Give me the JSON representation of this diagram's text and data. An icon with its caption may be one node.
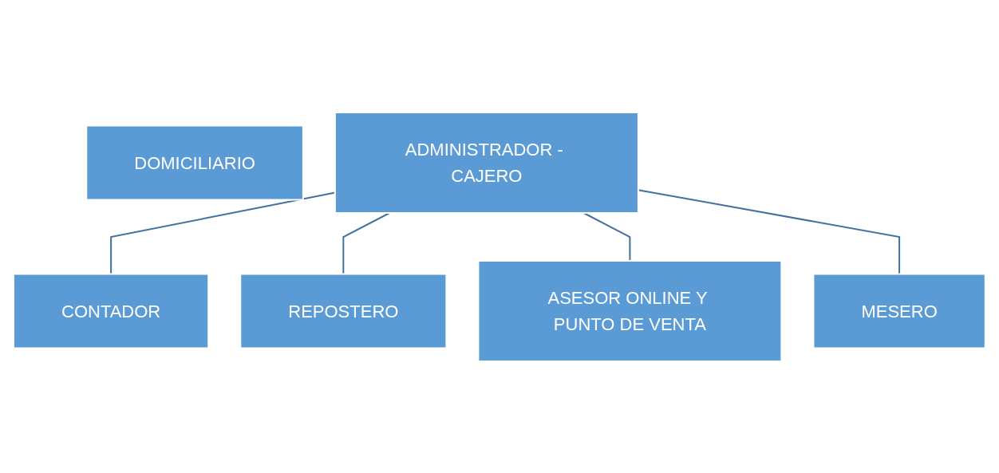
{
  "diagram": {
    "nodes": [
      {
        "text": [
          "ADMINISTRADOR - CAJERO"
        ]
      },
      {
        "text": [
          "CONTADOR"
        ]
      },
      {
        "text": [
          "REPOSTERO"
        ]
      },
      {
        "text": [
          "ASESOR ONLINE Y PUNTO DE VENTA"
        ]
      },
      {
        "text": [
          "MESERO"
        ]
      },
      {
        "text": [
          "DOMICILIARIO"
        ]
      }
    ],
    "edges": [
      {
        "from": 0,
        "to": 1,
        "arrow": "none"
      },
      {
        "from": 0,
        "to": 2,
        "arrow": "none"
      },
      {
        "from": 0,
        "to": 3,
        "arrow": "none"
      },
      {
        "from": 0,
        "to": 4,
        "arrow": "none"
      }
    ]
  }
}
